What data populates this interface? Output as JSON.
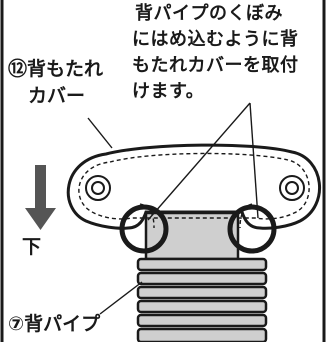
{
  "labels": {
    "note_line_1": "背パイプのくぼみ",
    "note_line_2": "にはめ込むように背",
    "note_line_3": "もたれカバーを取付",
    "note_line_4": "けます。",
    "cover_line_1": "⑫背もたれ",
    "cover_line_2": "カバー",
    "direction": "下",
    "pipe": "⑦背パイプ"
  },
  "colors": {
    "ink": "#1a1a1a",
    "cover_fill": "#ffffff",
    "pipe_fill": "#cfcfcf",
    "arrow": "#555555"
  }
}
